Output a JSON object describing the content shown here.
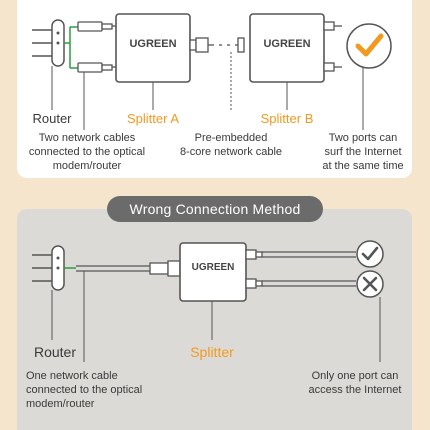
{
  "section_title": "Wrong Connection Method",
  "top": {
    "router_label": "Router",
    "splitter_a_label": "Splitter A",
    "splitter_b_label": "Splitter B",
    "device_brand_a": "UGREEN",
    "device_brand_b": "UGREEN",
    "desc_cables": [
      "Two network cables",
      "connected to the optical",
      "modem/router"
    ],
    "desc_embedded": [
      "Pre-embedded",
      "8-core network cable"
    ],
    "desc_ports": [
      "Two ports can",
      "surf the Internet",
      "at the same time"
    ]
  },
  "bottom": {
    "router_label": "Router",
    "splitter_label": "Splitter",
    "device_brand": "UGREEN",
    "desc_cable": [
      "One network cable",
      "connected to the optical",
      "modem/router"
    ],
    "desc_port": [
      "Only one port can",
      "access the Internet"
    ]
  },
  "colors": {
    "background": "#f6e5cd",
    "accent_orange": "#f29a1f",
    "connector_green": "#2e9c3e",
    "line_gray": "#555555"
  },
  "icons": {
    "check_top": "check-icon",
    "check_bottom": "check-icon",
    "cross_bottom": "cross-icon"
  }
}
